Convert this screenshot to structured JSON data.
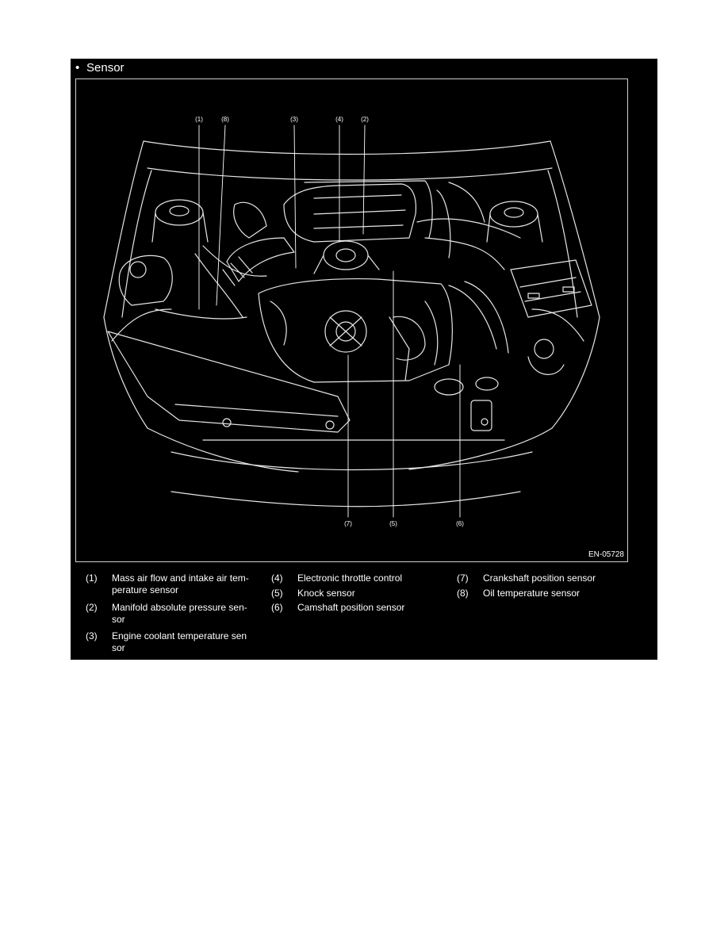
{
  "heading": {
    "bullet": "•",
    "title": "Sensor"
  },
  "figure": {
    "id": "EN-05728",
    "callouts_top": [
      "(1)",
      "(8)",
      "(3)",
      "(4)",
      "(2)"
    ],
    "callouts_bottom": [
      "(7)",
      "(5)",
      "(6)"
    ]
  },
  "legend": [
    {
      "num": "(1)",
      "text": "Mass air flow and intake air tem-\nperature sensor"
    },
    {
      "num": "(2)",
      "text": "Manifold absolute pressure sen-\nsor"
    },
    {
      "num": "(3)",
      "text": "Engine coolant temperature sen\nsor"
    },
    {
      "num": "(4)",
      "text": "Electronic throttle control"
    },
    {
      "num": "(5)",
      "text": "Knock sensor"
    },
    {
      "num": "(6)",
      "text": "Camshaft position sensor"
    },
    {
      "num": "(7)",
      "text": "Crankshaft position sensor"
    },
    {
      "num": "(8)",
      "text": "Oil temperature sensor"
    }
  ],
  "colors": {
    "panel": "#000000",
    "ink": "#ffffff",
    "frame": "#cfcfcf"
  }
}
